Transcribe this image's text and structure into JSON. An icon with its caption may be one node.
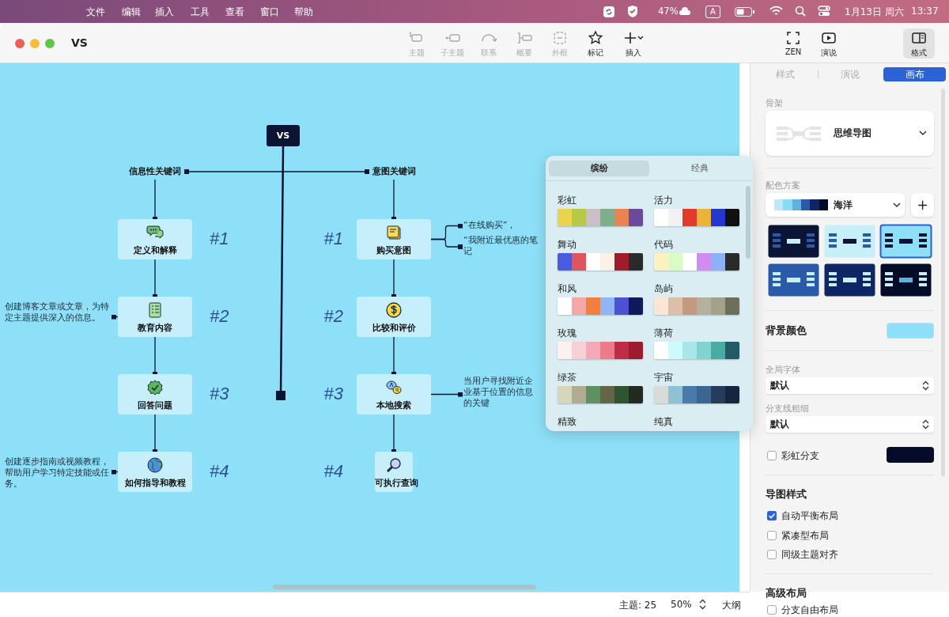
{
  "diagram": {
    "nodes": [
      {
        "text": [
          "VS"
        ]
      },
      {
        "text": [
          "信息性关键词"
        ]
      },
      {
        "text": [
          "意图关键词"
        ]
      },
      {
        "text": [
          "定义和解释"
        ],
        "beside": [
          "#1"
        ]
      },
      {
        "text": [
          "教育内容"
        ],
        "beside": [
          "#2"
        ]
      },
      {
        "text": [
          "回答问题"
        ],
        "beside": [
          "#3"
        ]
      },
      {
        "text": [
          "如何指导和教程"
        ],
        "beside": [
          "#4"
        ]
      },
      {
        "text": [
          "购买意图"
        ],
        "beside": [
          "#1"
        ]
      },
      {
        "text": [
          "比较和评价"
        ],
        "beside": [
          "#2"
        ]
      },
      {
        "text": [
          "本地搜索"
        ],
        "beside": [
          "#3"
        ]
      },
      {
        "text": [
          "可执行查询"
        ],
        "beside": [
          "#4"
        ]
      },
      {
        "text": [
          "创建博客文章或文章，为特定主题提供深入的信息。"
        ]
      },
      {
        "text": [
          "创建逐步指南或视频教程，帮助用户学习特定技能或任务。"
        ]
      },
      {
        "text": [
          "“在线购买”，"
        ]
      },
      {
        "text": [
          "“我附近最优惠的笔记"
        ]
      },
      {
        "text": [
          "当用户寻找附近企业基于位置的信息的关键"
        ]
      }
    ],
    "edges": [
      {
        "from": 0,
        "to": 1,
        "arrow": "other"
      },
      {
        "from": 0,
        "to": 2,
        "arrow": "other"
      },
      {
        "from": 0,
        "to": null,
        "arrow": "other"
      },
      {
        "from": 1,
        "to": 3,
        "arrow": "other"
      },
      {
        "from": 3,
        "to": 4,
        "arrow": "other"
      },
      {
        "from": 4,
        "to": 5,
        "arrow": "other"
      },
      {
        "from": 5,
        "to": 6,
        "arrow": "other"
      },
      {
        "from": 2,
        "to": 7,
        "arrow": "other"
      },
      {
        "from": 7,
        "to": 8,
        "arrow": "other"
      },
      {
        "from": 8,
        "to": 9,
        "arrow": "other"
      },
      {
        "from": 9,
        "to": 10,
        "arrow": "other"
      },
      {
        "from": 4,
        "to": 11,
        "arrow": "other"
      },
      {
        "from": 6,
        "to": 12,
        "arrow": "other"
      },
      {
        "from": 7,
        "to": 13,
        "arrow": "other"
      },
      {
        "from": 7,
        "to": 14,
        "arrow": "other"
      },
      {
        "from": 9,
        "to": 15,
        "arrow": "other"
      }
    ],
    "labels": [
      "文件",
      "编辑",
      "插入",
      "工具",
      "查看",
      "窗口",
      "帮助",
      "47%",
      "A",
      "1月13日 周六",
      "13:37",
      "VS",
      "主题",
      "子主题",
      "联系",
      "概要",
      "外框",
      "标记",
      "插入",
      "ZEN",
      "演说",
      "格式",
      "样式",
      "演说",
      "画布",
      "缤纷",
      "经典",
      "彩虹",
      "活力",
      "舞动",
      "代码",
      "和风",
      "岛屿",
      "玫瑰",
      "薄荷",
      "绿茶",
      "宇宙",
      "精致",
      "纯真",
      "骨架",
      "思维导图",
      "配色方案",
      "海洋",
      "+",
      "背景颜色",
      "全局字体",
      "默认",
      "分支线粗细",
      "默认",
      "彩虹分支",
      "导图样式",
      "自动平衡布局",
      "紧凑型布局",
      "同级主题对齐",
      "高级布局",
      "分支自由布局",
      "主题: 25",
      "50%",
      "大纲"
    ]
  }
}
